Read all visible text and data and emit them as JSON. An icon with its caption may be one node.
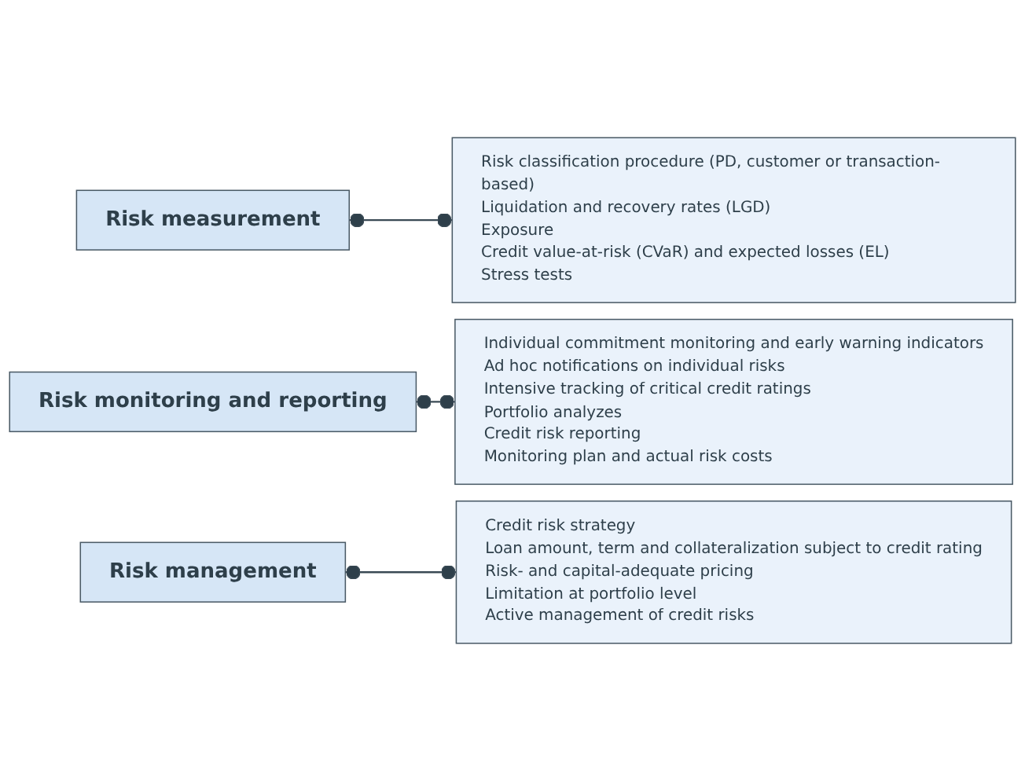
{
  "diagram": {
    "nodes": [
      {
        "text": [
          "Risk measurement"
        ]
      },
      {
        "text": [
          "Risk classification procedure (PD, customer or transaction-based)",
          "Liquidation and recovery rates (LGD)",
          "Exposure",
          "Credit value-at-risk (CVaR) and expected losses (EL)",
          "Stress tests"
        ]
      },
      {
        "text": [
          "Risk monitoring and reporting"
        ]
      },
      {
        "text": [
          "Individual commitment monitoring and early warning indicators",
          "Ad hoc notifications on individual risks",
          "Intensive tracking of critical credit ratings",
          "Portfolio analyzes",
          "Credit risk reporting",
          "Monitoring plan and actual risk costs"
        ]
      },
      {
        "text": [
          "Risk management"
        ]
      },
      {
        "text": [
          "Credit risk strategy",
          "Loan amount, term and collateralization subject to credit rating",
          "Risk- and capital-adequate pricing",
          "Limitation at portfolio level",
          "Active management of credit risks"
        ]
      }
    ],
    "edges": [
      {
        "from": 0,
        "to": 1,
        "arrow": "other"
      },
      {
        "from": 2,
        "to": 3,
        "arrow": "other"
      },
      {
        "from": 4,
        "to": 5,
        "arrow": "other"
      }
    ]
  }
}
